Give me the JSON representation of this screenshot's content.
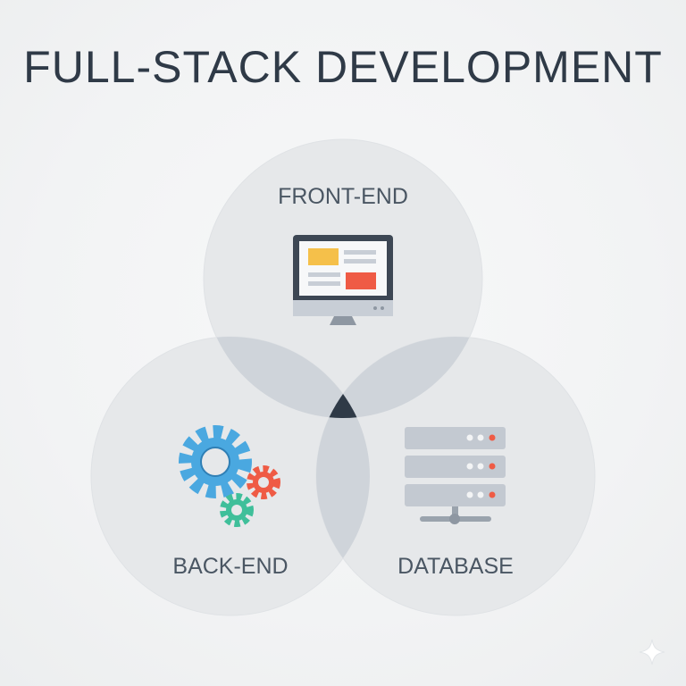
{
  "title": "FULL-STACK DEVELOPMENT",
  "circles": [
    {
      "key": "front_end",
      "label": "FRONT-END",
      "icon": "monitor-icon"
    },
    {
      "key": "back_end",
      "label": "BACK-END",
      "icon": "gears-icon"
    },
    {
      "key": "database",
      "label": "DATABASE",
      "icon": "server-icon"
    }
  ],
  "colors": {
    "circle_fill": "#e6e8ea",
    "overlap_fill": "#c9ced5",
    "center_fill": "#2f3a47",
    "title": "#2f3a47",
    "accent_yellow": "#f5c04a",
    "accent_red": "#ef5b45",
    "accent_blue": "#4aa8e0",
    "accent_green": "#3fbf9a"
  }
}
